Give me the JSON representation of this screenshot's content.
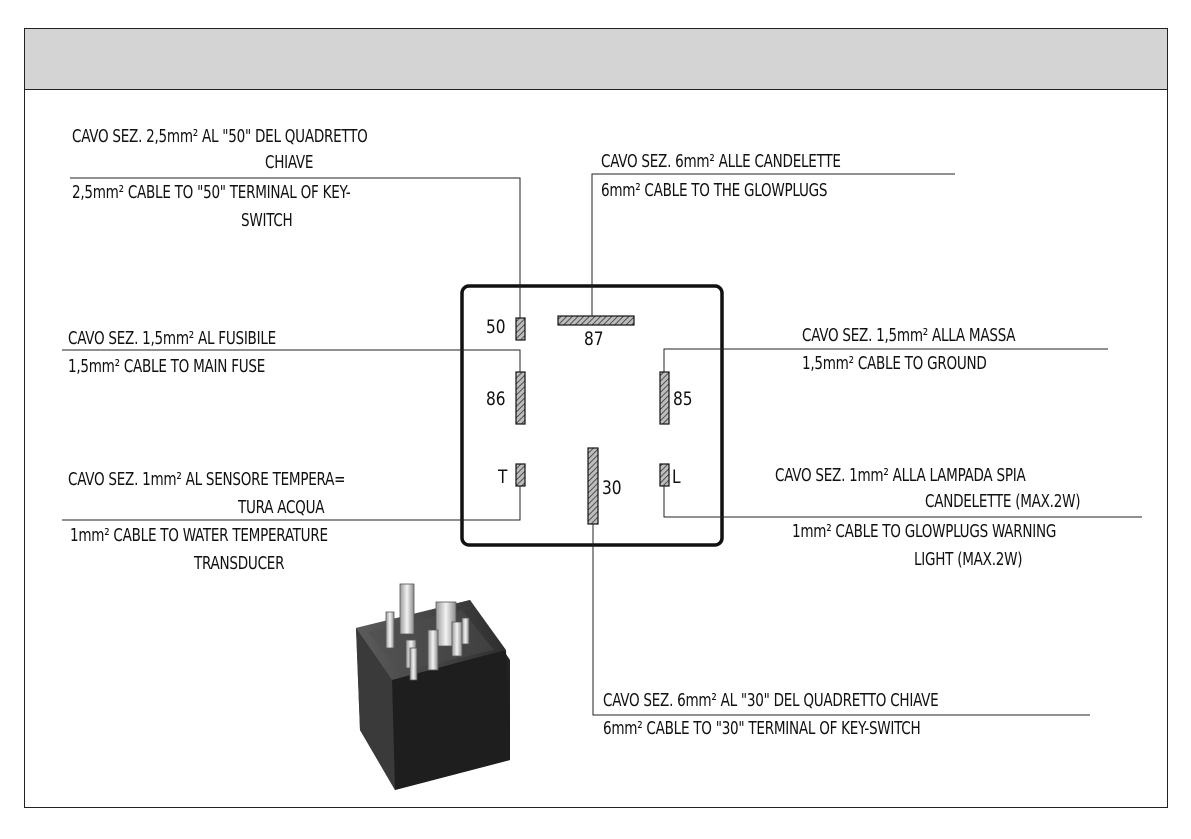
{
  "relay": {
    "pins": {
      "p50": "50",
      "p87": "87",
      "p86": "86",
      "p85": "85",
      "pT": "T",
      "p30": "30",
      "pL": "L"
    }
  },
  "labels": {
    "key50_it_l1": "CAVO SEZ. 2,5mm² AL \"50\"  DEL QUADRETTO",
    "key50_it_l2": "CHIAVE",
    "key50_en_l1": "2,5mm² CABLE TO \"50\" TERMINAL OF KEY-",
    "key50_en_l2": "SWITCH",
    "glow_it": "CAVO SEZ. 6mm² ALLE  CANDELETTE",
    "glow_en": "6mm² CABLE TO THE GLOWPLUGS",
    "fuse_it": "CAVO SEZ. 1,5mm² AL FUSIBILE",
    "fuse_en": "1,5mm² CABLE TO MAIN FUSE",
    "ground_it": "CAVO SEZ. 1,5mm² ALLA MASSA",
    "ground_en": "1,5mm² CABLE TO GROUND",
    "temp_it_l1": "CAVO SEZ. 1mm² AL SENSORE TEMPERA=",
    "temp_it_l2": "TURA ACQUA",
    "temp_en_l1": "1mm² CABLE TO WATER TEMPERATURE",
    "temp_en_l2": "TRANSDUCER",
    "lamp_it_l1": "CAVO SEZ. 1mm² ALLA LAMPADA SPIA",
    "lamp_it_l2": "CANDELETTE (MAX.2W)",
    "lamp_en_l1": "1mm² CABLE TO GLOWPLUGS WARNING",
    "lamp_en_l2": "LIGHT (MAX.2W)",
    "key30_it": "CAVO SEZ. 6mm² AL \"30\" DEL QUADRETTO CHIAVE",
    "key30_en": "6mm² CABLE TO \"30\" TERMINAL OF KEY-SWITCH"
  }
}
